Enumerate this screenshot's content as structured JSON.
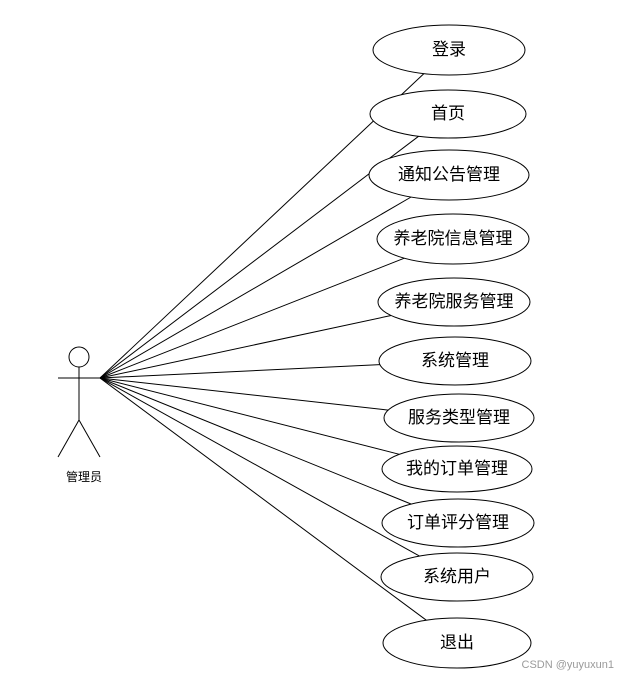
{
  "actor": {
    "name": "管理员"
  },
  "use_cases": [
    {
      "label": "登录"
    },
    {
      "label": "首页"
    },
    {
      "label": "通知公告管理"
    },
    {
      "label": "养老院信息管理"
    },
    {
      "label": "养老院服务管理"
    },
    {
      "label": "系统管理"
    },
    {
      "label": "服务类型管理"
    },
    {
      "label": "我的订单管理"
    },
    {
      "label": "订单评分管理"
    },
    {
      "label": "系统用户"
    },
    {
      "label": "退出"
    }
  ],
  "watermark": "CSDN @yuyuxun1",
  "colors": {
    "stroke": "#000000",
    "text": "#000000",
    "watermark": "#9a9a9a",
    "background": "#ffffff"
  }
}
